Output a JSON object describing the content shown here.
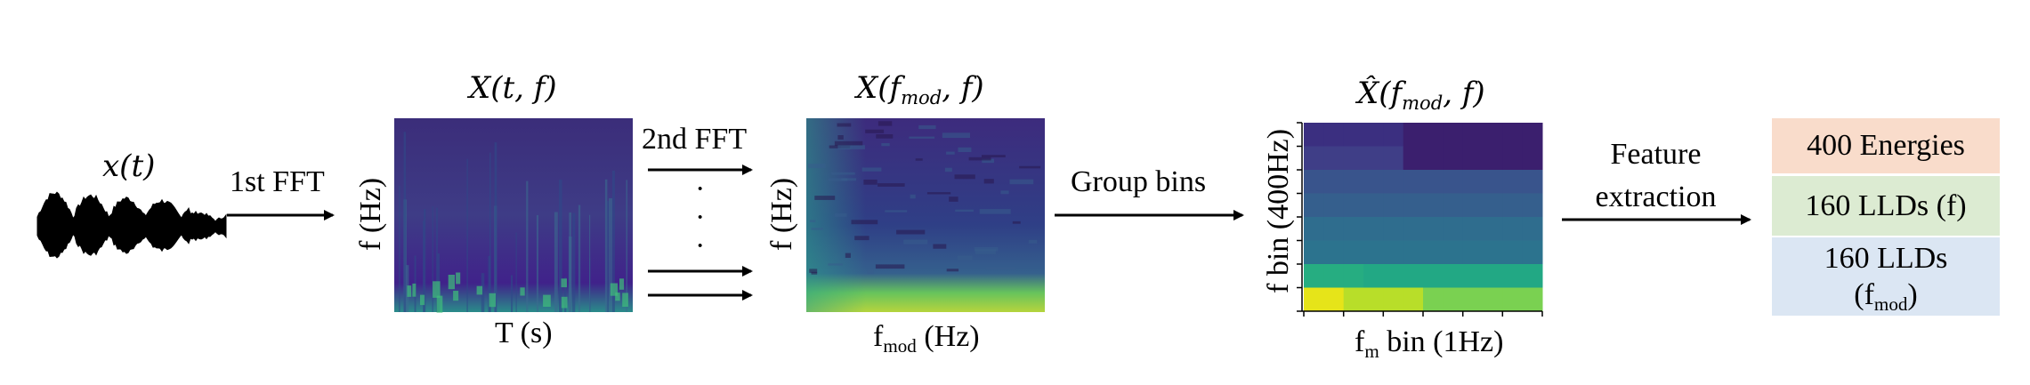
{
  "signal": {
    "label": "x(t)"
  },
  "step1": {
    "label": "1st FFT"
  },
  "spectrogram": {
    "title": "X(t, f)",
    "ylabel": "f (Hz)",
    "xlabel": "T (s)"
  },
  "step2": {
    "label": "2nd FFT",
    "dots": "·"
  },
  "modspec": {
    "title": "X(f",
    "title_sub": "mod",
    "title_end": ", f)",
    "ylabel": "f (Hz)",
    "xlabel": "f",
    "xlabel_sub": "mod",
    "xlabel_end": " (Hz)"
  },
  "step3": {
    "label": "Group bins"
  },
  "grouped": {
    "title": "X̂(f",
    "title_sub": "mod",
    "title_end": ", f)",
    "ylabel": "f bin (400Hz)",
    "xlabel": "f",
    "xlabel_sub": "m",
    "xlabel_end": " bin (1Hz)"
  },
  "step4": {
    "label_line1": "Feature",
    "label_line2": "extraction"
  },
  "features": {
    "energies": {
      "text": "400 Energies",
      "color": "#f9dccb"
    },
    "llds_f": {
      "text": "160 LLDs (f)",
      "color": "#dcebd2"
    },
    "llds_fmod": {
      "text": "160 LLDs",
      "text_sub_prefix": "(f",
      "text_sub": "mod",
      "text_sub_suffix": ")",
      "color": "#dbe6f3"
    }
  },
  "colors": {
    "viridis_dark": "#440154",
    "viridis_blue": "#31688e",
    "viridis_teal": "#21918c",
    "viridis_green": "#5ec962",
    "viridis_yellow": "#fde725"
  }
}
